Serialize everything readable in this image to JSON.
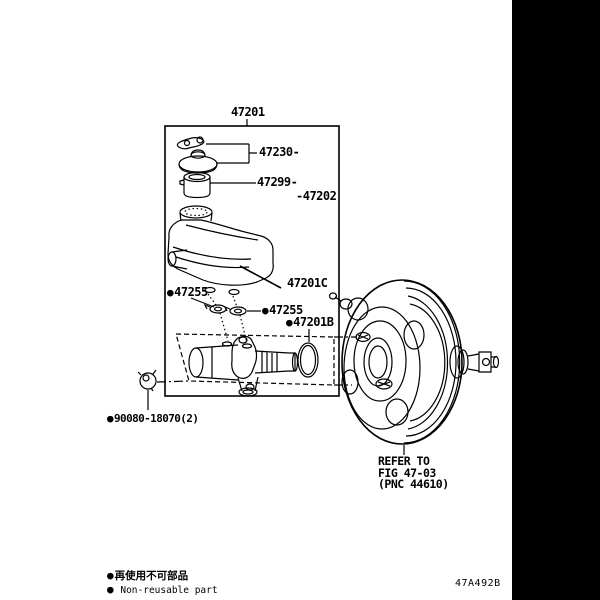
{
  "colors": {
    "ink": "#000000",
    "paper": "#ffffff",
    "scan_border": "#000000"
  },
  "diagram": {
    "parts": {
      "assembly": {
        "label": "47201"
      },
      "cap": {
        "label": "47230-"
      },
      "strainer": {
        "label": "47299-"
      },
      "reservoir_assy": {
        "label": "-47202"
      },
      "reservoir": {
        "label": "47201C"
      },
      "grommet_a": {
        "label": "47255",
        "marker": "●"
      },
      "grommet_b": {
        "label": "47255",
        "marker": "●"
      },
      "o_ring": {
        "label": "47201B",
        "marker": "●"
      },
      "bolt": {
        "label": "90080-18070(2)",
        "marker": "●"
      }
    },
    "booster_ref": {
      "line1": "REFER TO",
      "line2": "FIG 47-03",
      "line3": "(PNC 44610)"
    }
  },
  "footer": {
    "marker": "●",
    "note_jp": "再使用不可部品",
    "note_en": "Non-reusable part",
    "drawing_code": "47A492B"
  }
}
